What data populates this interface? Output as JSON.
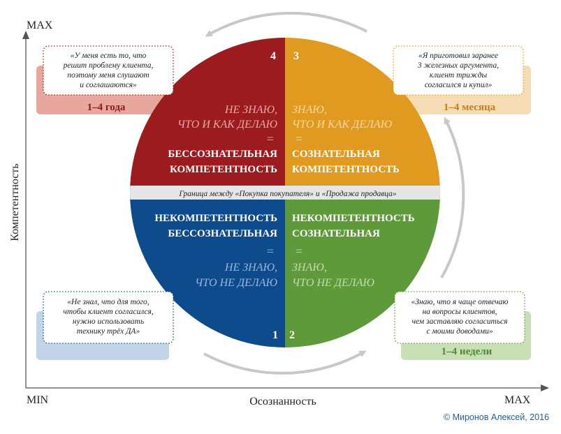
{
  "axes": {
    "y_max": "MAX",
    "y_label": "Компетентность",
    "x_min": "MIN",
    "x_label": "Осознанность",
    "x_max": "MAX"
  },
  "divider": "Граница между «Покупка покупателя» и «Продажа продавца»",
  "quadrants": [
    {
      "number": "4",
      "color": "#9b1b1e",
      "italic_lines": [
        "НЕ ЗНАЮ,",
        "ЧТО И КАК ДЕЛАЮ"
      ],
      "eq": "=",
      "bold_lines": [
        "БЕССОЗНАТЕЛЬНАЯ",
        "КОМПЕТЕНТНОСТЬ"
      ],
      "quote_lines": [
        "«У меня есть то, что",
        "решит проблему клиента,",
        "поэтому меня слушают",
        "и соглашаются»"
      ],
      "period": "1–4 года",
      "bar_color": "#e8a79d",
      "period_color": "#8e1a1c"
    },
    {
      "number": "3",
      "color": "#e09a20",
      "italic_lines": [
        "ЗНАЮ,",
        "ЧТО И КАК ДЕЛАЮ"
      ],
      "eq": "=",
      "bold_lines": [
        "СОЗНАТЕЛЬНАЯ",
        "КОМПЕТЕНТНОСТЬ"
      ],
      "quote_lines": [
        "«Я приготовил заранее",
        "3 железных аргумента,",
        "клиент трижды",
        "согласился и купил»"
      ],
      "period": "1–4 месяца",
      "bar_color": "#f5dcb4",
      "period_color": "#c47f16"
    },
    {
      "number": "1",
      "color": "#0d4b8c",
      "bold_lines": [
        "НЕКОМПЕТЕНТНОСТЬ",
        "БЕССОЗНАТЕЛЬНАЯ"
      ],
      "eq": "=",
      "italic_lines": [
        "НЕ ЗНАЮ,",
        "ЧТО НЕ ДЕЛАЮ"
      ],
      "quote_lines": [
        "«Не знал, что для того,",
        "чтобы клиент согласился,",
        "нужно использовать",
        "технику трёх ДА»"
      ],
      "period": "",
      "bar_color": "#c3d3e8",
      "period_color": "#0d4b8c"
    },
    {
      "number": "2",
      "color": "#5e9a3a",
      "bold_lines": [
        "НЕКОМПЕТЕНТНОСТЬ",
        "СОЗНАТЕЛЬНАЯ"
      ],
      "eq": "=",
      "italic_lines": [
        "ЗНАЮ,",
        "ЧТО НЕ ДЕЛАЮ"
      ],
      "quote_lines": [
        "«Знаю, что я чаще отвечаю",
        "на вопросы клиентов,",
        "чем заставляю согласиться",
        "с моими доводами»"
      ],
      "period": "1–4 недели",
      "bar_color": "#c9dfb5",
      "period_color": "#4f8a2e"
    }
  ],
  "copyright": "© Миронов Алексей, 2016"
}
